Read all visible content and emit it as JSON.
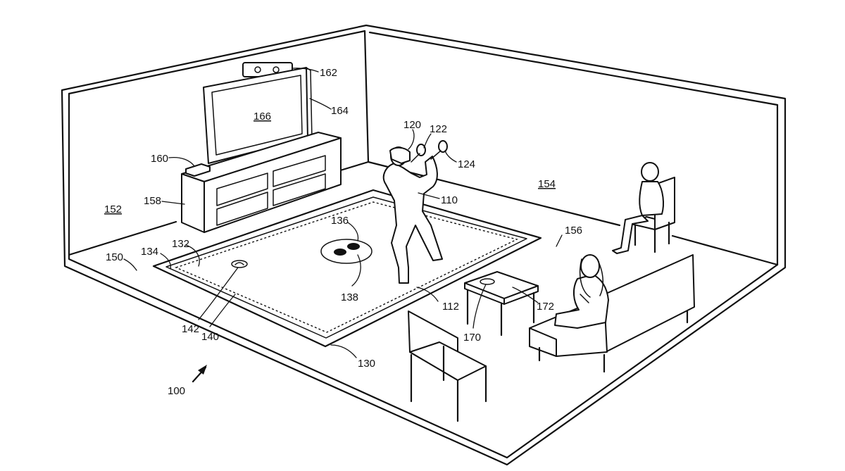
{
  "labels": {
    "ref_100": "100",
    "ref_110": "110",
    "ref_112": "112",
    "ref_120": "120",
    "ref_122": "122",
    "ref_124": "124",
    "ref_130": "130",
    "ref_132": "132",
    "ref_134": "134",
    "ref_136": "136",
    "ref_138": "138",
    "ref_140": "140",
    "ref_142": "142",
    "ref_150": "150",
    "ref_152": "152",
    "ref_154": "154",
    "ref_156": "156",
    "ref_158": "158",
    "ref_160": "160",
    "ref_162": "162",
    "ref_164": "164",
    "ref_166": "166",
    "ref_170": "170",
    "ref_172": "172"
  },
  "colors": {
    "line": "#111111",
    "background": "#ffffff"
  }
}
